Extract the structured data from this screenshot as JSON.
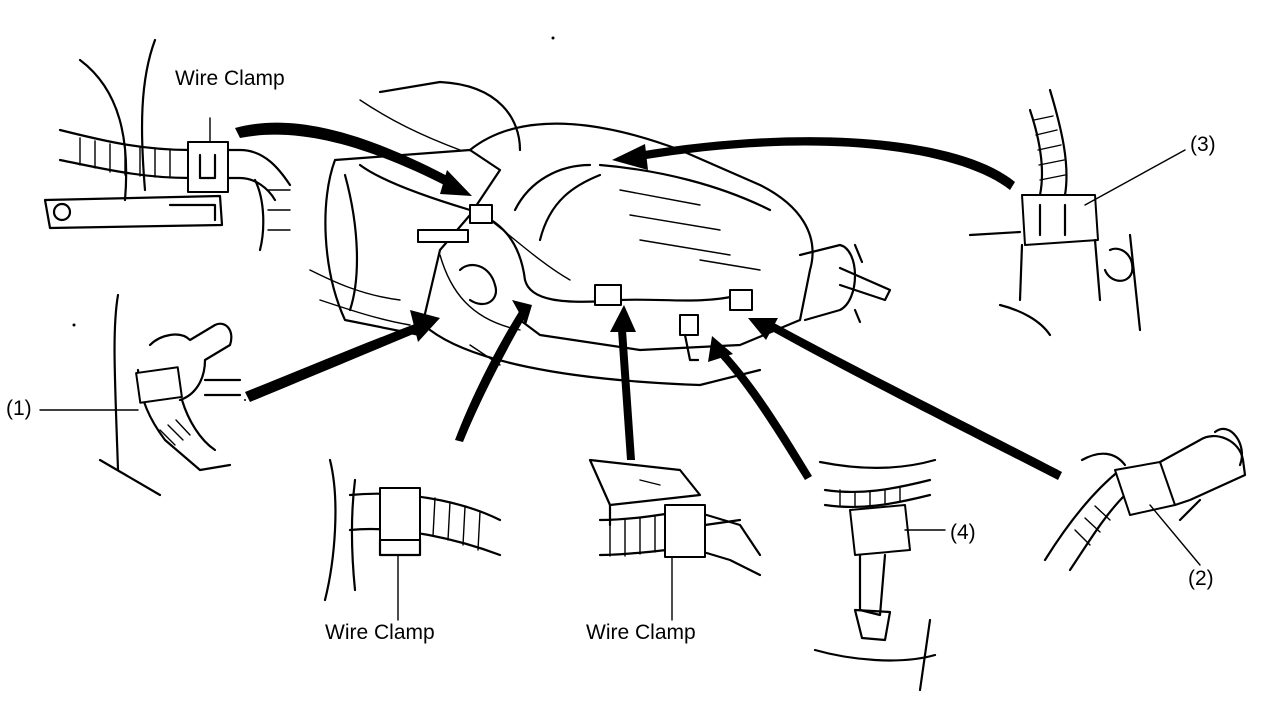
{
  "labels": {
    "wire_clamp_top_left": "Wire Clamp",
    "wire_clamp_bottom_left": "Wire Clamp",
    "wire_clamp_bottom_center": "Wire Clamp",
    "callout_1": "(1)",
    "callout_2": "(2)",
    "callout_3": "(3)",
    "callout_4": "(4)"
  },
  "colors": {
    "ink": "#000000",
    "paper": "#ffffff"
  }
}
